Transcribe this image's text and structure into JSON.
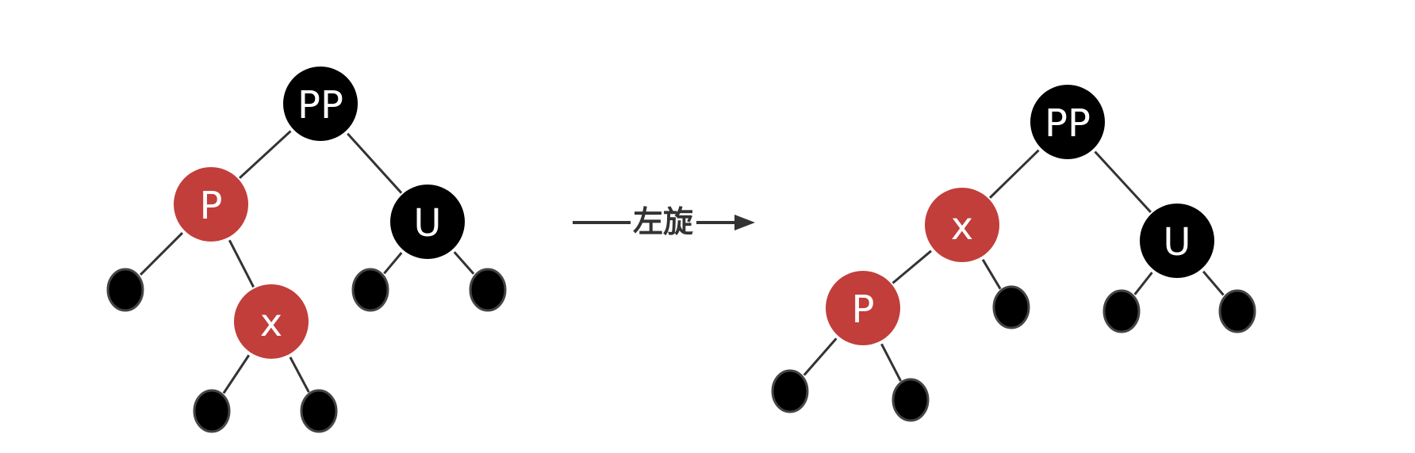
{
  "colors": {
    "red": "#c13e3a",
    "black": "#000000",
    "edge": "#333333"
  },
  "operation_label": "左旋",
  "before": {
    "nodes": [
      {
        "id": "pp",
        "label": "PP",
        "color": "black"
      },
      {
        "id": "p",
        "label": "P",
        "color": "red"
      },
      {
        "id": "u",
        "label": "U",
        "color": "black"
      },
      {
        "id": "x",
        "label": "x",
        "color": "red"
      },
      {
        "id": "pl",
        "label": "",
        "color": "black",
        "leaf": true
      },
      {
        "id": "xl",
        "label": "",
        "color": "black",
        "leaf": true
      },
      {
        "id": "xr",
        "label": "",
        "color": "black",
        "leaf": true
      },
      {
        "id": "ul",
        "label": "",
        "color": "black",
        "leaf": true
      },
      {
        "id": "ur",
        "label": "",
        "color": "black",
        "leaf": true
      }
    ],
    "edges": [
      [
        "pp",
        "p"
      ],
      [
        "pp",
        "u"
      ],
      [
        "p",
        "pl"
      ],
      [
        "p",
        "x"
      ],
      [
        "x",
        "xl"
      ],
      [
        "x",
        "xr"
      ],
      [
        "u",
        "ul"
      ],
      [
        "u",
        "ur"
      ]
    ]
  },
  "after": {
    "nodes": [
      {
        "id": "pp",
        "label": "PP",
        "color": "black"
      },
      {
        "id": "x",
        "label": "x",
        "color": "red"
      },
      {
        "id": "u",
        "label": "U",
        "color": "black"
      },
      {
        "id": "p",
        "label": "P",
        "color": "red"
      },
      {
        "id": "xr",
        "label": "",
        "color": "black",
        "leaf": true
      },
      {
        "id": "pl",
        "label": "",
        "color": "black",
        "leaf": true
      },
      {
        "id": "pr",
        "label": "",
        "color": "black",
        "leaf": true
      },
      {
        "id": "ul",
        "label": "",
        "color": "black",
        "leaf": true
      },
      {
        "id": "ur",
        "label": "",
        "color": "black",
        "leaf": true
      }
    ],
    "edges": [
      [
        "pp",
        "x"
      ],
      [
        "pp",
        "u"
      ],
      [
        "x",
        "p"
      ],
      [
        "x",
        "xr"
      ],
      [
        "p",
        "pl"
      ],
      [
        "p",
        "pr"
      ],
      [
        "u",
        "ul"
      ],
      [
        "u",
        "ur"
      ]
    ]
  }
}
